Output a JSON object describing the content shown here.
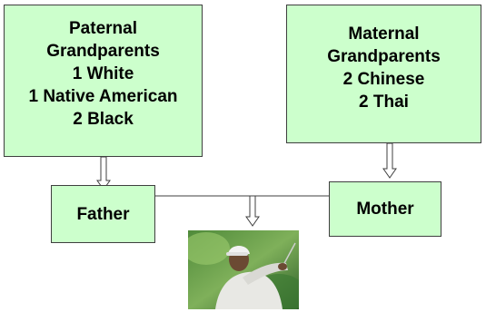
{
  "paternal": {
    "lines": [
      "Paternal",
      "Grandparents",
      "1 White",
      "1 Native American",
      "2 Black"
    ]
  },
  "maternal": {
    "lines": [
      "Maternal",
      "Grandparents",
      "2 Chinese",
      "2 Thai"
    ]
  },
  "father": {
    "label": "Father"
  },
  "mother": {
    "label": "Mother"
  },
  "colors": {
    "box_fill": "#ccffcc",
    "box_border": "#3f3f3f",
    "arrow_fill": "#ffffff"
  }
}
